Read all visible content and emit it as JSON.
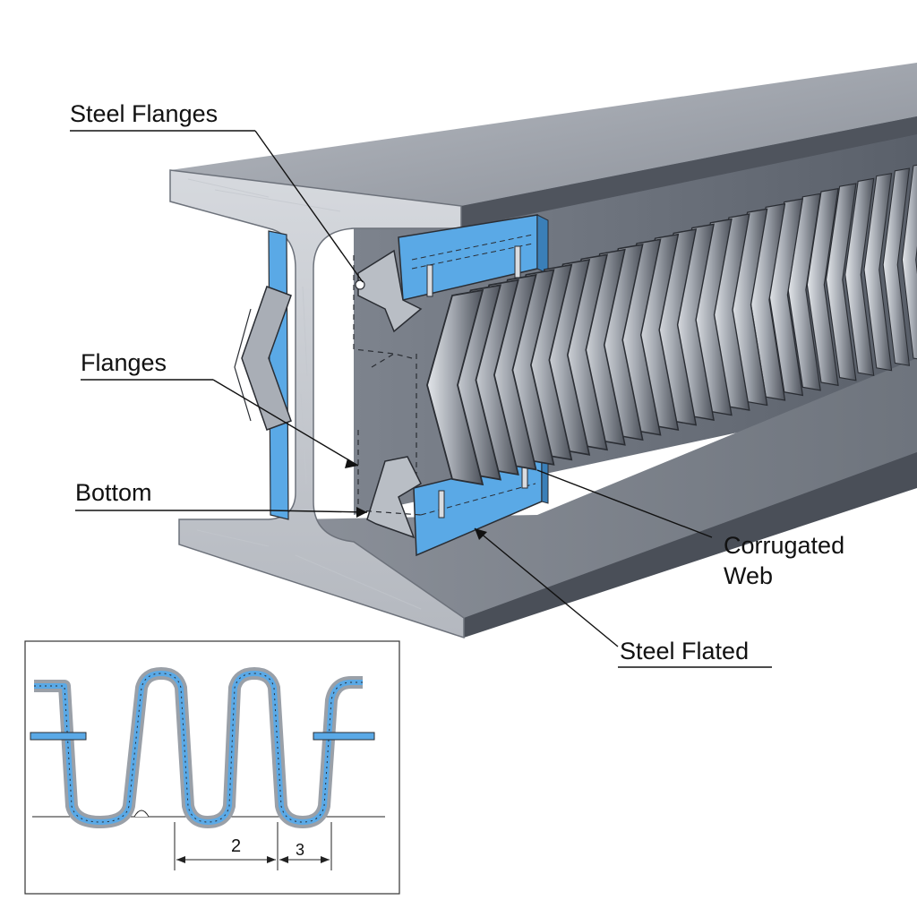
{
  "labels": {
    "steel_flanges": "Steel Flanges",
    "flanges": "Flanges",
    "bottom": "Bottom",
    "corrugated_line1": "Corrugated",
    "corrugated_line2": "Web",
    "steel_flated": "Steel Flated"
  },
  "inset": {
    "dimension_1": "2",
    "dimension_2": "3"
  },
  "colors": {
    "steel_light": "#c9ccd2",
    "steel_mid": "#9a9fa8",
    "steel_dark": "#5f6570",
    "steel_darker": "#474c55",
    "accent_blue": "#5aa9e6",
    "outline": "#2a2d33"
  }
}
